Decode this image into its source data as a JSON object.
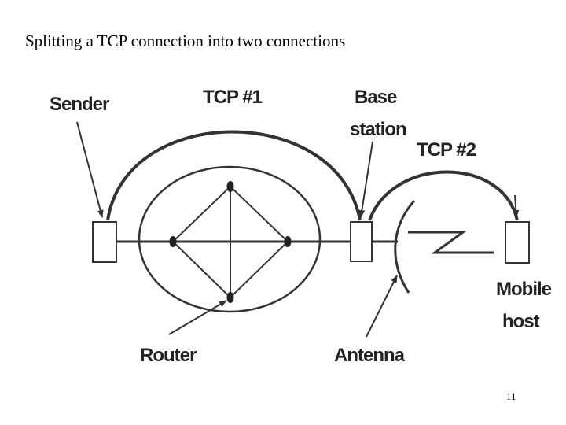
{
  "slide": {
    "title": "Splitting a TCP connection into two connections",
    "page_number": "11"
  },
  "diagram": {
    "labels": {
      "sender": "Sender",
      "tcp1": "TCP #1",
      "base_line1": "Base",
      "base_line2": "station",
      "tcp2": "TCP #2",
      "mobile_line1": "Mobile",
      "mobile_line2": "host",
      "router": "Router",
      "antenna": "Antenna"
    }
  }
}
